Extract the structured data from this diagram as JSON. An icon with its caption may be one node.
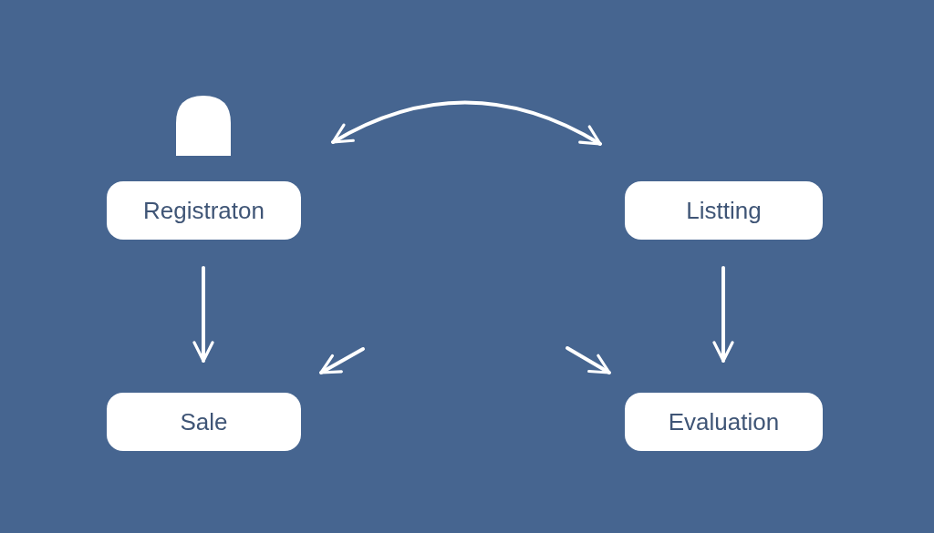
{
  "diagram": {
    "nodes": [
      {
        "text": [
          "Registraton"
        ]
      },
      {
        "text": [
          "Listting"
        ]
      },
      {
        "text": [
          "Sale"
        ]
      },
      {
        "text": [
          "Evaluation"
        ]
      }
    ],
    "edges": [
      {
        "from": 0,
        "to": 1,
        "arrow": "both"
      },
      {
        "from": 0,
        "to": 2,
        "arrow": "to"
      },
      {
        "from": 1,
        "to": 3,
        "arrow": "to"
      },
      {
        "from": null,
        "to": 2,
        "arrow": "to"
      },
      {
        "from": null,
        "to": 3,
        "arrow": "to"
      }
    ]
  }
}
